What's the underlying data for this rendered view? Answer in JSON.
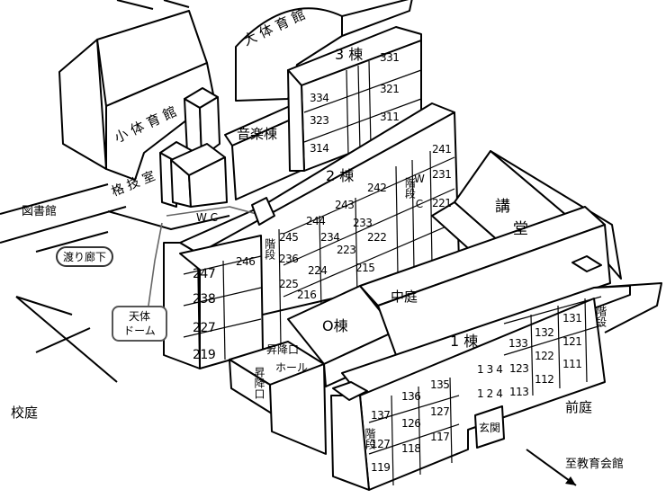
{
  "labels": {
    "daitaiikukan": "大 体 育 館",
    "shotaiikukan": "小 体 育 館",
    "kakugi": "格 技 室",
    "ongaku": "音楽棟",
    "tosho": "図書館",
    "watari": "渡り廊下",
    "tentai": "天体\nドーム",
    "kotei": "校庭",
    "chutei": "中庭",
    "zentei": "前庭",
    "kodo_1": "講",
    "kodo_2": "堂",
    "shiteki": "至教育会館",
    "wc1": "W C",
    "wc2": "W\nC",
    "hall_1": "昇降口",
    "hall_2": "ホール",
    "shoko_side": "昇降口",
    "genkan": "玄関",
    "kaidan_2": "階段",
    "kaidan_2b": "階段",
    "kaidan_1": "階段",
    "kaidan_1b": "階段"
  },
  "buildings": {
    "b3": "3 棟",
    "b2": "2 棟",
    "b1": "1 棟",
    "b0": "O棟"
  },
  "rooms": {
    "r331": "331",
    "r334": "334",
    "r321": "321",
    "r323": "323",
    "r311": "311",
    "r314": "314",
    "r241": "241",
    "r231": "231",
    "r221": "221",
    "r242": "242",
    "r243": "243",
    "r244": "244",
    "r245": "245",
    "r246": "246",
    "r247": "247",
    "r233": "233",
    "r234": "234",
    "r236": "236",
    "r238": "238",
    "r222": "222",
    "r223": "223",
    "r224": "224",
    "r225": "225",
    "r227": "227",
    "r215": "215",
    "r216": "216",
    "r219": "219",
    "r131": "131",
    "r132": "132",
    "r133": "133",
    "r121": "121",
    "r122": "122",
    "r123": "123",
    "r111": "111",
    "r112": "112",
    "r113": "113",
    "r134": "134",
    "r124": "124",
    "r135": "135",
    "r136": "136",
    "r137": "137",
    "r127a": "127",
    "r126": "126",
    "r127b": "127",
    "r117": "117",
    "r118": "118",
    "r119": "119"
  }
}
